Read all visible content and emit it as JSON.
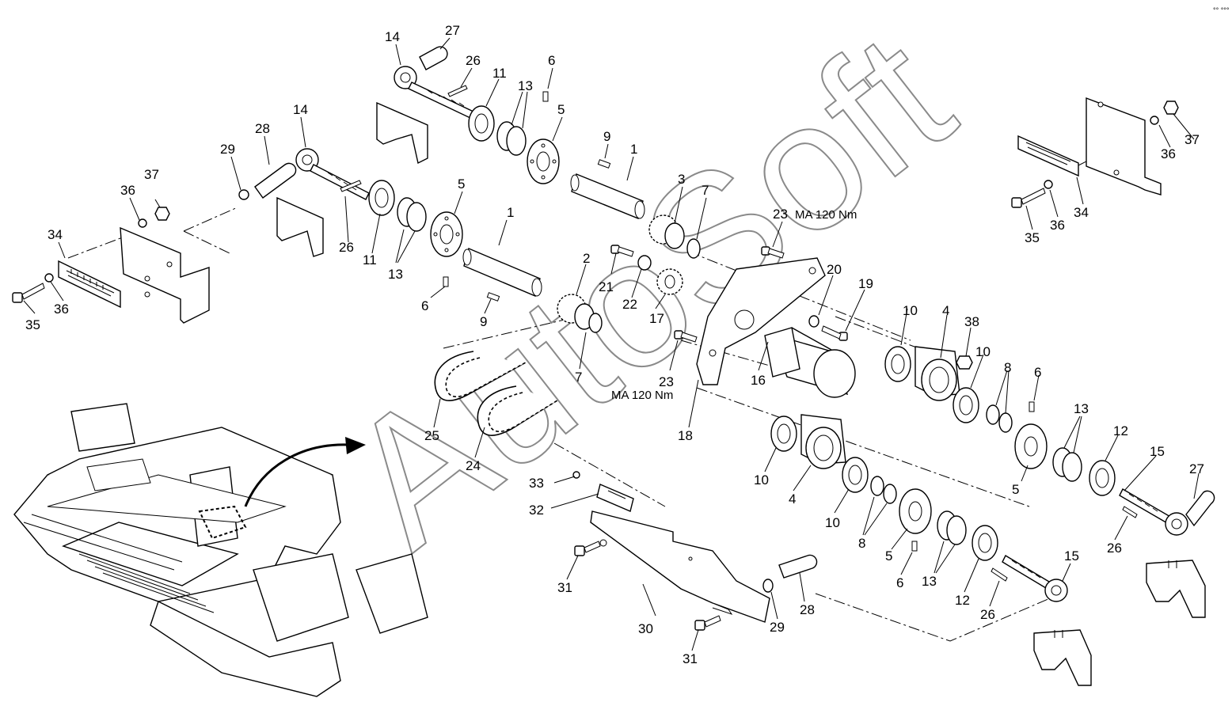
{
  "watermark": {
    "text": "AutoSoft"
  },
  "corner_mark": {
    "text": "°° °°°"
  },
  "torque_notes": [
    {
      "id": "torque-upper",
      "text": "MA 120 Nm"
    },
    {
      "id": "torque-lower",
      "text": "MA 120 Nm"
    }
  ],
  "callouts": [
    {
      "id": "c27a",
      "text": "27"
    },
    {
      "id": "c14a",
      "text": "14"
    },
    {
      "id": "c26a",
      "text": "26"
    },
    {
      "id": "c11a",
      "text": "11"
    },
    {
      "id": "c13a",
      "text": "13"
    },
    {
      "id": "c6a",
      "text": "6"
    },
    {
      "id": "c5a",
      "text": "5"
    },
    {
      "id": "c9a",
      "text": "9"
    },
    {
      "id": "c1a",
      "text": "1"
    },
    {
      "id": "c3",
      "text": "3"
    },
    {
      "id": "c7a",
      "text": "7"
    },
    {
      "id": "c23a",
      "text": "23"
    },
    {
      "id": "c14b",
      "text": "14"
    },
    {
      "id": "c28a",
      "text": "28"
    },
    {
      "id": "c29a",
      "text": "29"
    },
    {
      "id": "c37a",
      "text": "37"
    },
    {
      "id": "c36a",
      "text": "36"
    },
    {
      "id": "c5b",
      "text": "5"
    },
    {
      "id": "c1b",
      "text": "1"
    },
    {
      "id": "c34a",
      "text": "34"
    },
    {
      "id": "c26b",
      "text": "26"
    },
    {
      "id": "c11b",
      "text": "11"
    },
    {
      "id": "c13b",
      "text": "13"
    },
    {
      "id": "c2",
      "text": "2"
    },
    {
      "id": "c21",
      "text": "21"
    },
    {
      "id": "c20",
      "text": "20"
    },
    {
      "id": "c19",
      "text": "19"
    },
    {
      "id": "c35a",
      "text": "35"
    },
    {
      "id": "c36b",
      "text": "36"
    },
    {
      "id": "c6b",
      "text": "6"
    },
    {
      "id": "c9b",
      "text": "9"
    },
    {
      "id": "c22",
      "text": "22"
    },
    {
      "id": "c17",
      "text": "17"
    },
    {
      "id": "c7b",
      "text": "7"
    },
    {
      "id": "c23b",
      "text": "23"
    },
    {
      "id": "c16",
      "text": "16"
    },
    {
      "id": "c10a",
      "text": "10"
    },
    {
      "id": "c4a",
      "text": "4"
    },
    {
      "id": "c38",
      "text": "38"
    },
    {
      "id": "c10b",
      "text": "10"
    },
    {
      "id": "c8a",
      "text": "8"
    },
    {
      "id": "c6c",
      "text": "6"
    },
    {
      "id": "c13c",
      "text": "13"
    },
    {
      "id": "c12a",
      "text": "12"
    },
    {
      "id": "c15a",
      "text": "15"
    },
    {
      "id": "c27b",
      "text": "27"
    },
    {
      "id": "c25",
      "text": "25"
    },
    {
      "id": "c24",
      "text": "24"
    },
    {
      "id": "c18",
      "text": "18"
    },
    {
      "id": "c10c",
      "text": "10"
    },
    {
      "id": "c4b",
      "text": "4"
    },
    {
      "id": "c10d",
      "text": "10"
    },
    {
      "id": "c8b",
      "text": "8"
    },
    {
      "id": "c5c",
      "text": "5"
    },
    {
      "id": "c6d",
      "text": "6"
    },
    {
      "id": "c13d",
      "text": "13"
    },
    {
      "id": "c12b",
      "text": "12"
    },
    {
      "id": "c26c",
      "text": "26"
    },
    {
      "id": "c15b",
      "text": "15"
    },
    {
      "id": "c26d",
      "text": "26"
    },
    {
      "id": "c5d",
      "text": "5"
    },
    {
      "id": "c33",
      "text": "33"
    },
    {
      "id": "c32",
      "text": "32"
    },
    {
      "id": "c31a",
      "text": "31"
    },
    {
      "id": "c30",
      "text": "30"
    },
    {
      "id": "c29b",
      "text": "29"
    },
    {
      "id": "c28b",
      "text": "28"
    },
    {
      "id": "c31b",
      "text": "31"
    },
    {
      "id": "c37b",
      "text": "37"
    },
    {
      "id": "c36c",
      "text": "36"
    },
    {
      "id": "c34b",
      "text": "34"
    },
    {
      "id": "c35b",
      "text": "35"
    },
    {
      "id": "c36d",
      "text": "36"
    }
  ]
}
